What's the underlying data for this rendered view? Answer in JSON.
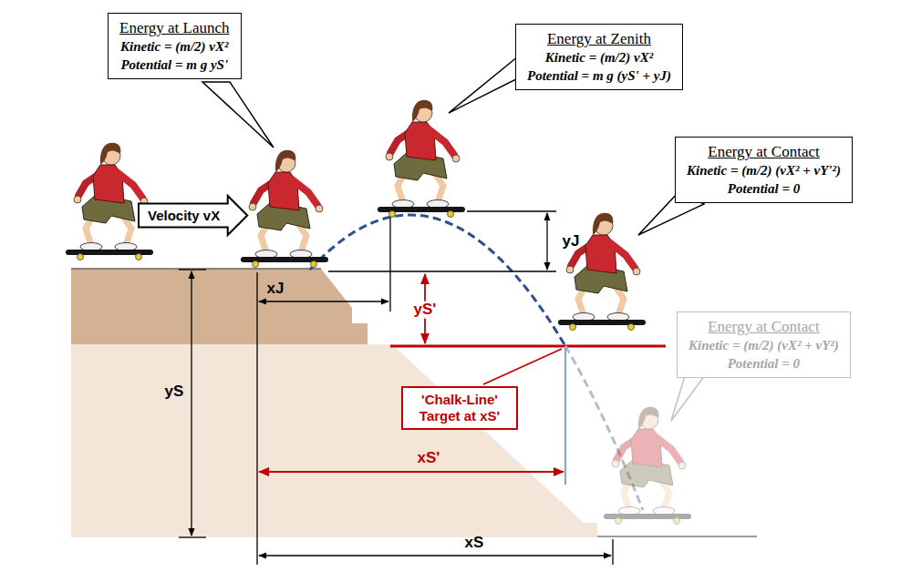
{
  "diagram": {
    "nodes": [
      {
        "text": [
          "Energy at Launch",
          "Kinetic = (m/2) vX²",
          "Potential = m g yS'"
        ]
      },
      {
        "text": [
          "Energy at Zenith",
          "Kinetic = (m/2) vX²",
          "Potential = m g (yS' + yJ)"
        ]
      },
      {
        "text": [
          "Energy at Contact",
          "Kinetic = (m/2) (vX² + vY'²)",
          "Potential = 0"
        ]
      },
      {
        "text": [
          "Energy at Contact",
          "Kinetic = (m/2) (vX² + vY²)",
          "Potential = 0"
        ]
      },
      {
        "text": [
          "Velocity vX"
        ]
      },
      {
        "text": [
          "'Chalk-Line' Target at xS'"
        ]
      }
    ],
    "labels": [
      "yJ",
      "yS'",
      "xJ",
      "yS",
      "xS'",
      "xS"
    ]
  }
}
